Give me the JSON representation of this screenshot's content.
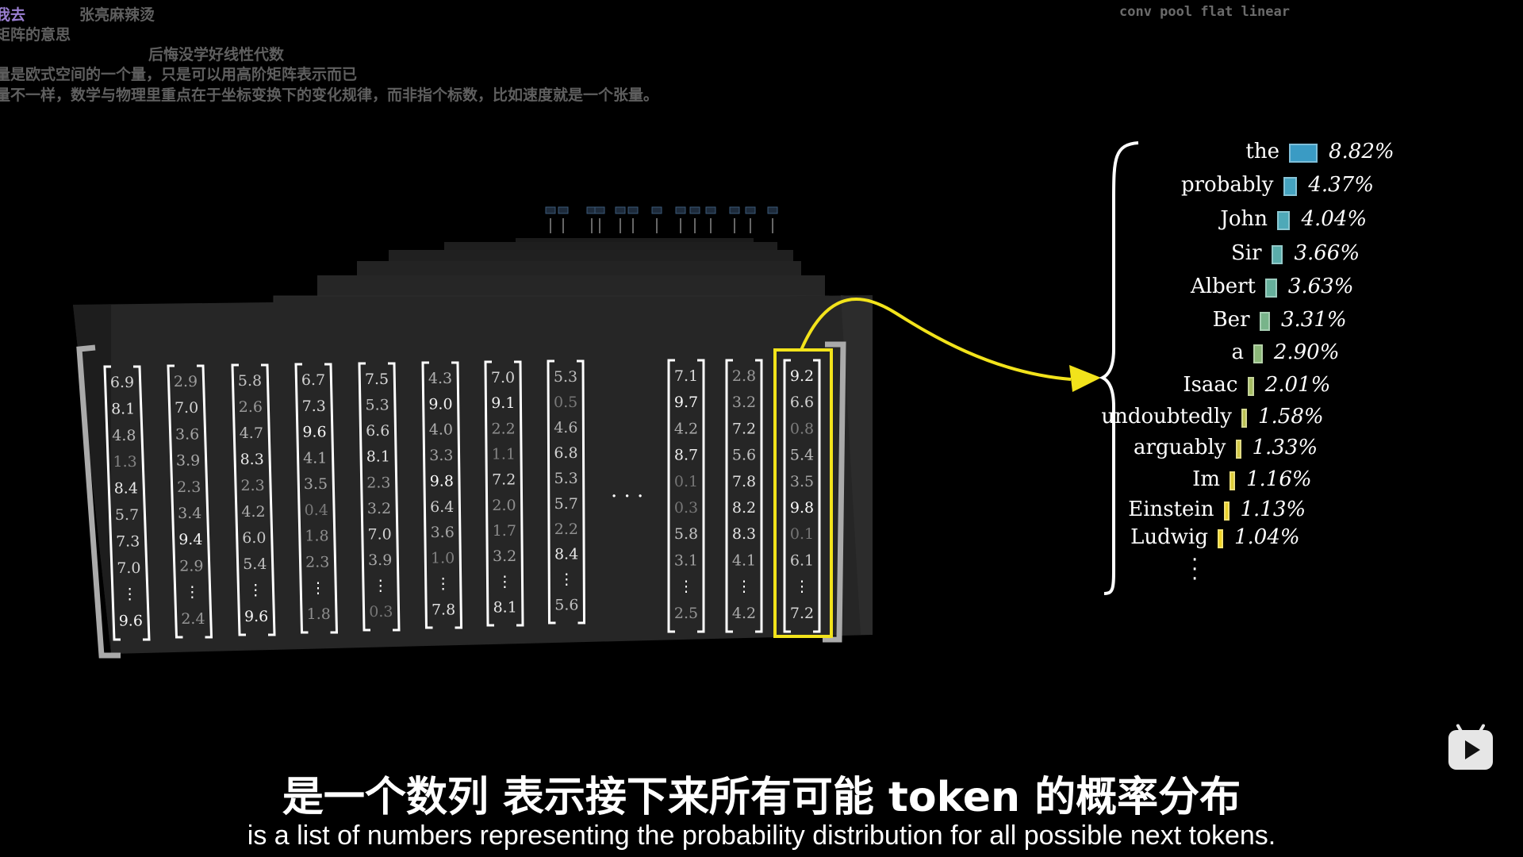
{
  "danmaku": [
    {
      "text": "我去",
      "color": "#9a7fd1"
    },
    {
      "text": "张亮麻辣烫",
      "color": "#5f5f5f"
    },
    {
      "text": "矩阵的意思",
      "color": "#5f5f5f"
    },
    {
      "text": "后悔没学好线性代数",
      "color": "#5f5f5f"
    },
    {
      "text": "量是欧式空间的一个量，只是可以用高阶矩阵表示而已",
      "color": "#5f5f5f"
    },
    {
      "text": "量不一样，数学与物理里重点在于坐标变换下的变化规律，而非指个标数，比如速度就是一个张量。",
      "color": "#5f5f5f"
    }
  ],
  "top_label": "conv pool flat linear",
  "vectors": [
    {
      "values": [
        "6.9",
        "8.1",
        "4.8",
        "1.3",
        "8.4",
        "5.7",
        "7.3",
        "7.0",
        "⋮",
        "9.6"
      ]
    },
    {
      "values": [
        "2.9",
        "7.0",
        "3.6",
        "3.9",
        "2.3",
        "3.4",
        "9.4",
        "2.9",
        "⋮",
        "2.4"
      ]
    },
    {
      "values": [
        "5.8",
        "2.6",
        "4.7",
        "8.3",
        "2.3",
        "4.2",
        "6.0",
        "5.4",
        "⋮",
        "9.6"
      ]
    },
    {
      "values": [
        "6.7",
        "7.3",
        "9.6",
        "4.1",
        "3.5",
        "0.4",
        "1.8",
        "2.3",
        "⋮",
        "1.8"
      ]
    },
    {
      "values": [
        "7.5",
        "5.3",
        "6.6",
        "8.1",
        "2.3",
        "3.2",
        "7.0",
        "3.9",
        "⋮",
        "0.3"
      ]
    },
    {
      "values": [
        "4.3",
        "9.0",
        "4.0",
        "3.3",
        "9.8",
        "6.4",
        "3.6",
        "1.0",
        "⋮",
        "7.8"
      ]
    },
    {
      "values": [
        "7.0",
        "9.1",
        "2.2",
        "1.1",
        "7.2",
        "2.0",
        "1.7",
        "3.2",
        "⋮",
        "8.1"
      ]
    },
    {
      "values": [
        "5.3",
        "0.5",
        "4.6",
        "6.8",
        "5.3",
        "5.7",
        "2.2",
        "8.4",
        "⋮",
        "5.6"
      ]
    },
    {
      "values": [
        "7.1",
        "9.7",
        "4.2",
        "8.7",
        "0.1",
        "0.3",
        "5.8",
        "3.1",
        "⋮",
        "2.5"
      ]
    },
    {
      "values": [
        "2.8",
        "3.2",
        "7.2",
        "5.6",
        "7.8",
        "8.2",
        "8.3",
        "4.1",
        "⋮",
        "4.2"
      ]
    },
    {
      "values": [
        "9.2",
        "6.6",
        "0.8",
        "5.4",
        "3.5",
        "9.8",
        "0.1",
        "6.1",
        "⋮",
        "7.2"
      ]
    }
  ],
  "ellipsis": "· · ·",
  "distribution": [
    {
      "token": "the",
      "percent": "8.82%",
      "prob": 8.82,
      "color": "#3a9bc4"
    },
    {
      "token": "probably",
      "percent": "4.37%",
      "prob": 4.37,
      "color": "#45a3c0"
    },
    {
      "token": "John",
      "percent": "4.04%",
      "prob": 4.04,
      "color": "#4ea9b8"
    },
    {
      "token": "Sir",
      "percent": "3.66%",
      "prob": 3.66,
      "color": "#5aadab"
    },
    {
      "token": "Albert",
      "percent": "3.63%",
      "prob": 3.63,
      "color": "#66b09c"
    },
    {
      "token": "Ber",
      "percent": "3.31%",
      "prob": 3.31,
      "color": "#78b48a"
    },
    {
      "token": "a",
      "percent": "2.90%",
      "prob": 2.9,
      "color": "#8cb879"
    },
    {
      "token": "Isaac",
      "percent": "2.01%",
      "prob": 2.01,
      "color": "#a7bd63"
    },
    {
      "token": "undoubtedly",
      "percent": "1.58%",
      "prob": 1.58,
      "color": "#bcc253"
    },
    {
      "token": "arguably",
      "percent": "1.33%",
      "prob": 1.33,
      "color": "#d2c844"
    },
    {
      "token": "Im",
      "percent": "1.16%",
      "prob": 1.16,
      "color": "#dfcd37"
    },
    {
      "token": "Einstein",
      "percent": "1.13%",
      "prob": 1.13,
      "color": "#e9d12c"
    },
    {
      "token": "Ludwig",
      "percent": "1.04%",
      "prob": 1.04,
      "color": "#f0d424"
    }
  ],
  "colors": {
    "highlight": "#f2e31b",
    "arrow": "#f2e31b"
  },
  "subtitles": {
    "chinese": "是一个数列  表示接下来所有可能 token 的概率分布",
    "english": "is a list of numbers representing the probability distribution for all possible next tokens."
  },
  "player": {
    "play_icon": "bilibili-play-icon"
  }
}
